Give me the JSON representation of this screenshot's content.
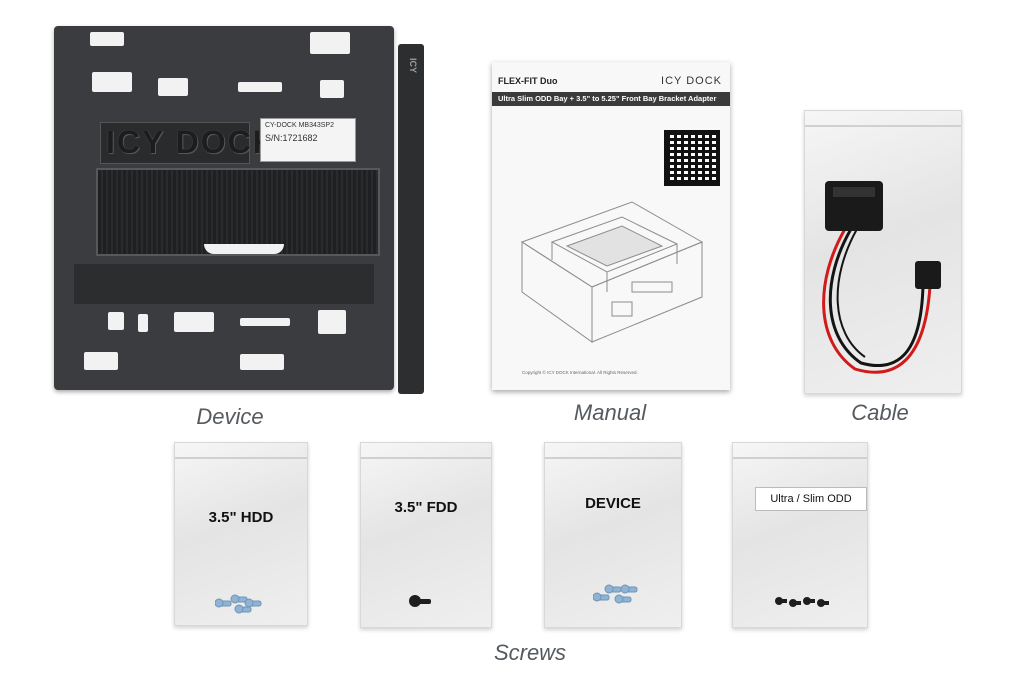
{
  "device": {
    "brand": "ICY DOCK",
    "sticker_line1": "CY-DOCK MB343SP2",
    "sticker_sn": "S/N:1721682",
    "rail_label": "ICY"
  },
  "manual": {
    "title": "FLEX-FIT Duo",
    "brand": "ICY DOCK",
    "subtitle": "Ultra Slim ODD Bay + 3.5\" to 5.25\" Front Bay Bracket Adapter",
    "copyright": "Copyright © ICY DOCK International. All Rights Reserved."
  },
  "captions": {
    "device": "Device",
    "manual": "Manual",
    "cable": "Cable",
    "screws": "Screws"
  },
  "screw_bags": [
    {
      "label": "3.5\" HDD",
      "icon": "blue-screws-icon"
    },
    {
      "label": "3.5\" FDD",
      "icon": "black-screw-icon"
    },
    {
      "label": "DEVICE",
      "icon": "blue-screws-icon"
    },
    {
      "label": "Ultra / Slim ODD",
      "icon": "black-screws-icon"
    }
  ],
  "colors": {
    "bracket": "#3a3c3f",
    "cable_red": "#d11a1a",
    "cable_black": "#141414",
    "screw_blue": "#8fb3d4",
    "caption": "#555a5f"
  }
}
